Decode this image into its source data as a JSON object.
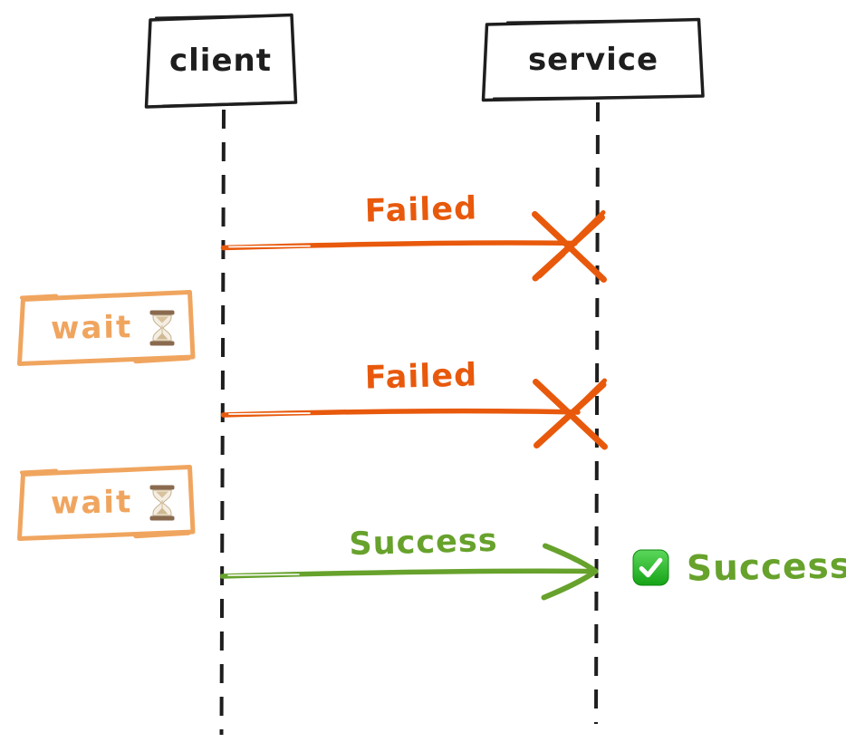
{
  "diagram": {
    "type": "sequence",
    "theme": "hand-drawn"
  },
  "actors": {
    "client": {
      "label": "client"
    },
    "service": {
      "label": "service"
    }
  },
  "messages": [
    {
      "from": "client",
      "to": "service",
      "label": "Failed",
      "outcome": "failed",
      "arrowhead": "x-cross"
    },
    {
      "type": "wait",
      "label": "wait",
      "icon": "hourglass-emoji"
    },
    {
      "from": "client",
      "to": "service",
      "label": "Failed",
      "outcome": "failed",
      "arrowhead": "x-cross"
    },
    {
      "type": "wait",
      "label": "wait",
      "icon": "hourglass-emoji"
    },
    {
      "from": "client",
      "to": "service",
      "label": "Success",
      "outcome": "success",
      "arrowhead": "open-arrow"
    }
  ],
  "result": {
    "icon": "check-mark-button-emoji",
    "label": "Success"
  },
  "colors": {
    "ink": "#1e1e1e",
    "failed": "#e8590c",
    "wait": "#f0a55f",
    "success": "#67a22c"
  }
}
